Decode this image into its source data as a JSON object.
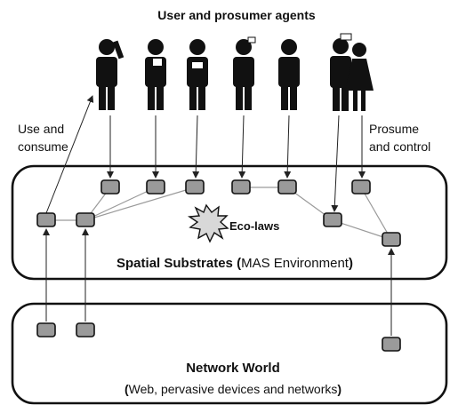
{
  "title": "User and prosumer agents",
  "labels": {
    "use_line1": "Use and",
    "use_line2": "consume",
    "prosume_line1": "Prosume",
    "prosume_line2": "and control",
    "eco_laws": "Eco-laws"
  },
  "spatial": {
    "bold_part": "Spatial Substrates",
    "rest_open": " (",
    "rest_mid": "MAS Environment",
    "rest_close": ")"
  },
  "network": {
    "title": "Network World",
    "paren_open": "(",
    "subtitle": "Web, pervasive devices and networks",
    "paren_close": ")"
  },
  "colors": {
    "node_fill": "#9a9a9a",
    "outline": "#111111",
    "burst_fill": "#d8d8d8"
  }
}
